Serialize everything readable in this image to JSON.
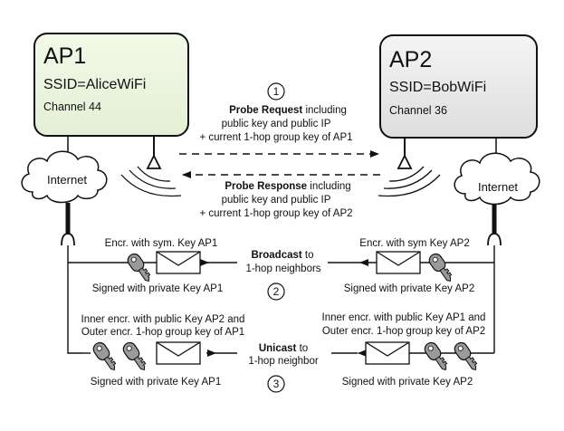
{
  "ap1": {
    "name": "AP1",
    "ssid": "SSID=AliceWiFi",
    "channel": "Channel 44"
  },
  "ap2": {
    "name": "AP2",
    "ssid": "SSID=BobWiFi",
    "channel": "Channel 36"
  },
  "clouds": {
    "left": "Internet",
    "right": "Internet"
  },
  "step1": {
    "number": "1",
    "title": "Probe Request",
    "title_suffix": " including",
    "line2": "public key and public IP",
    "line3": "+ current 1-hop group key of AP1"
  },
  "probe_response": {
    "title": "Probe Response",
    "title_suffix": " including",
    "line2": "public key and public IP",
    "line3": "+ current 1-hop group key of AP2"
  },
  "step2": {
    "number": "2",
    "left_top": "Encr. with sym. Key AP1",
    "left_bottom": "Signed with private Key AP1",
    "center_title": "Broadcast",
    "center_suffix": " to",
    "center_line2": "1-hop neighbors",
    "right_top": "Encr. with sym Key AP2",
    "right_bottom": "Signed with private Key AP2"
  },
  "step3": {
    "number": "3",
    "left_top1": "Inner encr. with public Key AP2 and",
    "left_top2": "Outer encr. 1-hop group key of AP1",
    "left_bottom": "Signed with private Key AP1",
    "center_title": "Unicast",
    "center_suffix": " to",
    "center_line2": "1-hop neighbor",
    "right_top1": "Inner encr. with public Key AP1 and",
    "right_top2": "Outer encr. 1-hop group key of AP2",
    "right_bottom": "Signed with private Key AP2"
  },
  "colors": {
    "ap1_fill": "#eef7e2",
    "ap2_fill": "#ebebeb",
    "key_fill": "#9a9a9a",
    "line": "#111111"
  }
}
